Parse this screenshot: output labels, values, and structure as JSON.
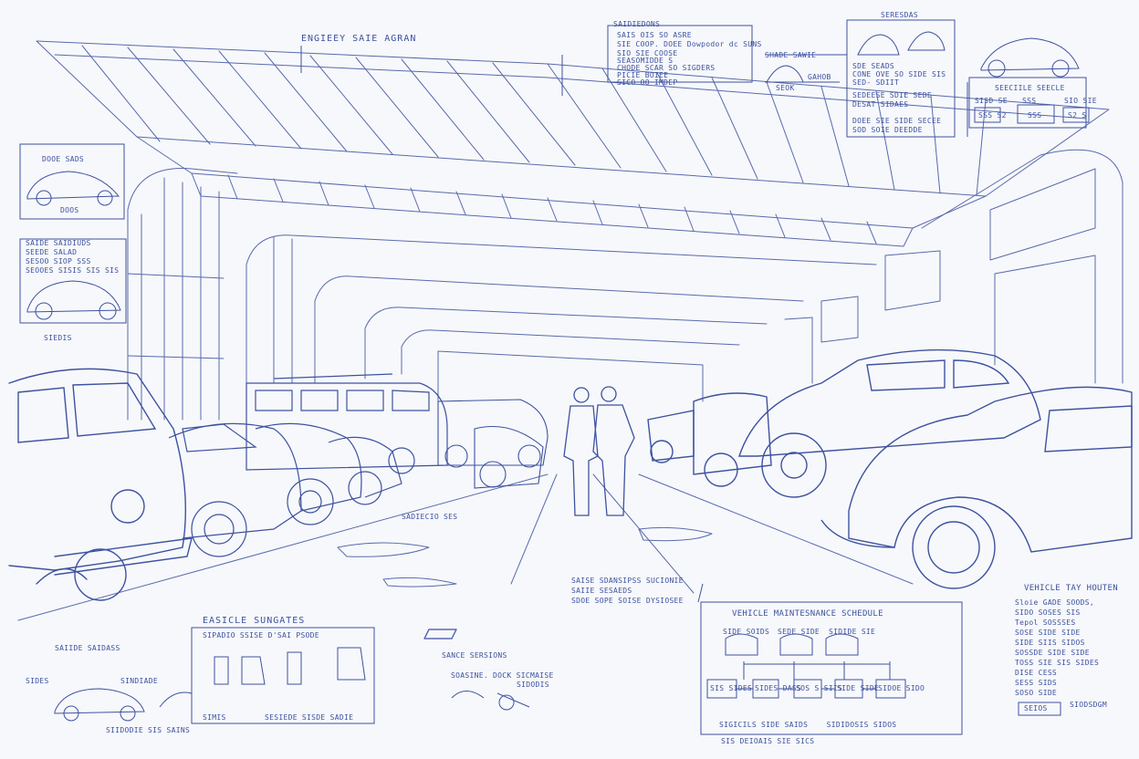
{
  "sheet": {
    "title": "ENGIEEY SAIE AGRAN",
    "ink_color": "#3d52a0",
    "paper_color": "#f7f8fb"
  },
  "notes": {
    "top_block": {
      "header": "SAIDIEDONS",
      "lines": [
        "SAIS OIS SO ASRE",
        "SIE COOP. DOEE Dowpodor dc SUNS",
        "SIO SIE COOSE",
        "SEASOMIDDE S",
        "CHODE SCAR SO SIGDERS",
        "PICIE BOIEE",
        "SICO OO IMDEP"
      ]
    },
    "small_car_note": {
      "title": "SHADE SAWIE",
      "sub": "SEOK",
      "tag": "GAHOB"
    },
    "car_thumbs": {
      "header": "SERESDAS",
      "lines": [
        "SDE SEADS",
        "CONE OVE SO SIDE SIS",
        "SED- SDIIT",
        "SEDEESE SDIE SEDE",
        "DESAT SIDAES",
        "DOEE SIE SIDE SECEE",
        "SOD SOIE DEEDDE"
      ]
    },
    "top_right_car": {
      "header": "SEECIILE SEECLE",
      "boxes": [
        "SISD SE",
        "SSS",
        "SIO SIE"
      ],
      "codes": [
        "SSS S2",
        "SSS",
        "S2 S"
      ]
    },
    "left_car_1": {
      "title": "DOOE SADS",
      "sub": "DOOS"
    },
    "left_car_2": {
      "title": "SAIDE SAIDIUDS",
      "lines": [
        "SEEDE SALAD",
        "SESOO SIOP SSS",
        "SEOOES SISIS SIS SIS"
      ]
    },
    "left_note": "SIEDIS",
    "floor_note": "SADIECIO SES",
    "center_note": {
      "lines": [
        "SAISE SDANSIPSS SUCIONIE",
        "SAIIE SESAEDS",
        "SDOE SOPE SOISE DYSIOSEE"
      ]
    },
    "bottom_left": {
      "title": "SAIIDE SAIDASS",
      "labels": [
        "SIDES",
        "SINDIADE"
      ],
      "footer": "SIIDODIE SIS SAINS"
    },
    "vehicle_stages": {
      "title": "EASICLE SUNGATES",
      "subtitle": "SIPADIO SSISE D'SAI PSODE",
      "caption_1": "SIMIS",
      "caption_2": "SESIEDE SISDE SADIE"
    },
    "bottom_mid": {
      "title": "SANCE SERSIONS",
      "sub": "SOASINE. DOCK SICMAISE",
      "tag": "SIDODIS"
    },
    "schedule": {
      "title": "VEHICLE MAINTESNANCE SCHEDULE",
      "top_labels": [
        "SIDE SOIDS",
        "SEDE SIDE",
        "SIDIDE SIE"
      ],
      "boxes": [
        "SIS SIDES",
        "SIDES DASS",
        "SOS S SIIS",
        "SIDE SIDE",
        "SIDOE SIDO"
      ],
      "footer": "SIGICILS SIDE SAIDS    SIDIDOSIS SIDOS",
      "bottom": "SIS DEIOAIS SIE SICS"
    },
    "right_list": {
      "title": "VEHICLE TAY HOUTEN",
      "items": [
        "Sloie GADE SOODS,",
        "SIDO SOSES SIS",
        "Tepol SOSSSES",
        "SOSE SIDE SIDE",
        "SIDE SIIS SIDOS",
        "SOSSDE SIDE SIDE",
        "TOSS SIE SIS SIDES",
        "DISE CESS",
        "SESS SIDS",
        "SOSO SIDE"
      ],
      "stamp": "SEIOS",
      "sign": "SIODSDGM"
    }
  }
}
